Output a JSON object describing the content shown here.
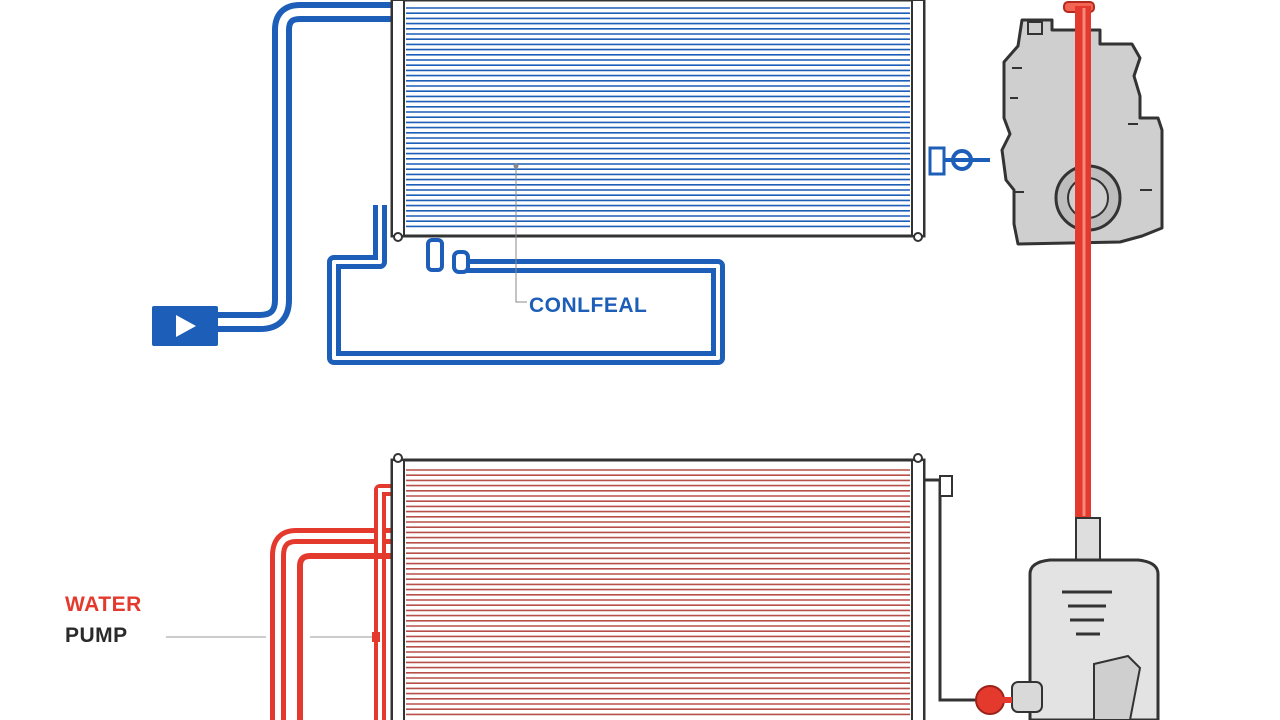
{
  "colors": {
    "cold": "#1d5fb8",
    "hot": "#e43a2e",
    "engine_fill": "#cfcfcf",
    "outline": "#333333"
  },
  "labels": {
    "coolant": "CONLFEAL",
    "water": "WATER",
    "pump": "PUMP"
  },
  "icons": {
    "play": "play-icon"
  }
}
